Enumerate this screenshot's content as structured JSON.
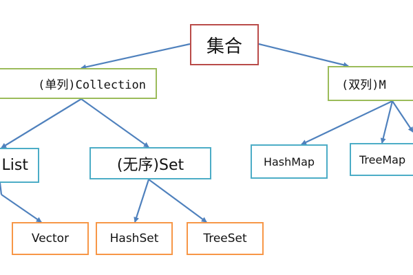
{
  "colors": {
    "root_border": "#b94a48",
    "interface_border": "#9bbb59",
    "subinterface_border": "#4bacc6",
    "impl_border": "#f79646",
    "arrow": "#4f81bd"
  },
  "nodes": {
    "root": "集合",
    "collection": "(单列)Collection",
    "map": "(双列)M",
    "list": "List",
    "set": "(无序)Set",
    "vector": "Vector",
    "hashset": "HashSet",
    "treeset": "TreeSet",
    "hashmap": "HashMap",
    "treemap": "TreeMap"
  }
}
